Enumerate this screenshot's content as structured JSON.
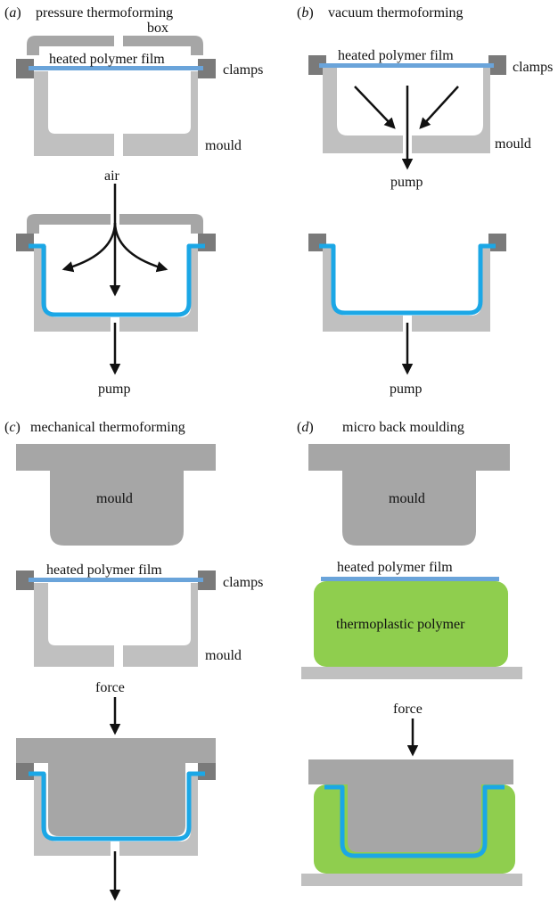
{
  "panels": {
    "a": {
      "letter": "a",
      "title": "pressure thermoforming",
      "labels": {
        "box": "box",
        "film": "heated polymer film",
        "clamps": "clamps",
        "mould": "mould",
        "air": "air",
        "pump": "pump"
      }
    },
    "b": {
      "letter": "b",
      "title": "vacuum thermoforming",
      "labels": {
        "film": "heated polymer film",
        "clamps": "clamps",
        "mould": "mould",
        "pump_top": "pump",
        "pump_bottom": "pump"
      }
    },
    "c": {
      "letter": "c",
      "title": "mechanical thermoforming",
      "labels": {
        "mould_top": "mould",
        "film": "heated polymer film",
        "clamps": "clamps",
        "mould": "mould",
        "force": "force"
      }
    },
    "d": {
      "letter": "d",
      "title": "micro back moulding",
      "labels": {
        "mould_top": "mould",
        "film": "heated polymer film",
        "polymer": "thermoplastic polymer",
        "force": "force"
      }
    }
  },
  "colors": {
    "light_grey": "#c0c0c0",
    "mid_grey": "#a6a6a6",
    "dark_grey": "#7a7a7a",
    "blue": "#1ba7e6",
    "film_blue": "#6aa4da",
    "green": "#8fce4e"
  }
}
